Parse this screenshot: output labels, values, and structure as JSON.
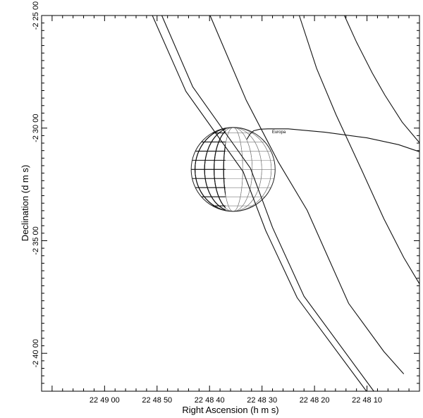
{
  "chart_data": {
    "type": "line",
    "title": "",
    "xlabel": "Right Ascension (h m s)",
    "ylabel": "Declination (d m s)",
    "x_unit": "seconds of time before 22 48 00",
    "y_unit": "arcseconds before -2 25 00",
    "xlim": [
      72,
      0
    ],
    "ylim": [
      -1001,
      0
    ],
    "x_ticks": [
      {
        "value": 60,
        "label": "22 49 00"
      },
      {
        "value": 50,
        "label": "22 48 50"
      },
      {
        "value": 40,
        "label": "22 48 40"
      },
      {
        "value": 30,
        "label": "22 48 30"
      },
      {
        "value": 20,
        "label": "22 48 20"
      },
      {
        "value": 10,
        "label": "22 48 10"
      }
    ],
    "y_ticks": [
      {
        "value": 0,
        "label": "-2 25 00"
      },
      {
        "value": -300,
        "label": "-2 30 00"
      },
      {
        "value": -600,
        "label": "-2 35 00"
      },
      {
        "value": -900,
        "label": "-2 40 00"
      }
    ],
    "grid": false,
    "tracks": [
      {
        "points": [
          [
            50.9,
            0
          ],
          [
            44.5,
            -202
          ],
          [
            33.6,
            -416
          ],
          [
            29.3,
            -573
          ],
          [
            23.3,
            -752
          ],
          [
            10.1,
            -1001
          ]
        ]
      },
      {
        "points": [
          [
            49.1,
            0
          ],
          [
            43.2,
            -190
          ],
          [
            32.2,
            -407
          ],
          [
            28.0,
            -565
          ],
          [
            22.0,
            -748
          ],
          [
            8.7,
            -1001
          ]
        ]
      },
      {
        "points": [
          [
            39.9,
            0
          ],
          [
            33.0,
            -226
          ],
          [
            26.9,
            -390
          ],
          [
            21.4,
            -519
          ],
          [
            17.4,
            -645
          ],
          [
            13.5,
            -767
          ],
          [
            6.8,
            -895
          ],
          [
            3.0,
            -955
          ]
        ]
      },
      {
        "points": [
          [
            22.9,
            0
          ],
          [
            19.6,
            -141
          ],
          [
            15.9,
            -264
          ],
          [
            11.0,
            -412
          ],
          [
            6.8,
            -541
          ],
          [
            3.0,
            -645
          ],
          [
            0,
            -715
          ]
        ]
      },
      {
        "points": [
          [
            14.3,
            0
          ],
          [
            12.0,
            -71
          ],
          [
            9.0,
            -153
          ],
          [
            6.6,
            -212
          ],
          [
            3.3,
            -284
          ],
          [
            0,
            -339
          ]
        ]
      }
    ],
    "moon_path": {
      "label": "Europa",
      "points": [
        [
          32.9,
          -330
        ],
        [
          32.3,
          -316
        ],
        [
          31.6,
          -307
        ],
        [
          30.4,
          -303
        ],
        [
          28.9,
          -302
        ],
        [
          25.0,
          -302
        ],
        [
          18.0,
          -311
        ],
        [
          10.0,
          -326
        ],
        [
          4.0,
          -344
        ],
        [
          0,
          -363
        ]
      ]
    },
    "planet": {
      "center": [
        35.5,
        -410
      ],
      "radius_x": 8.7,
      "radius_y": 102
    }
  }
}
